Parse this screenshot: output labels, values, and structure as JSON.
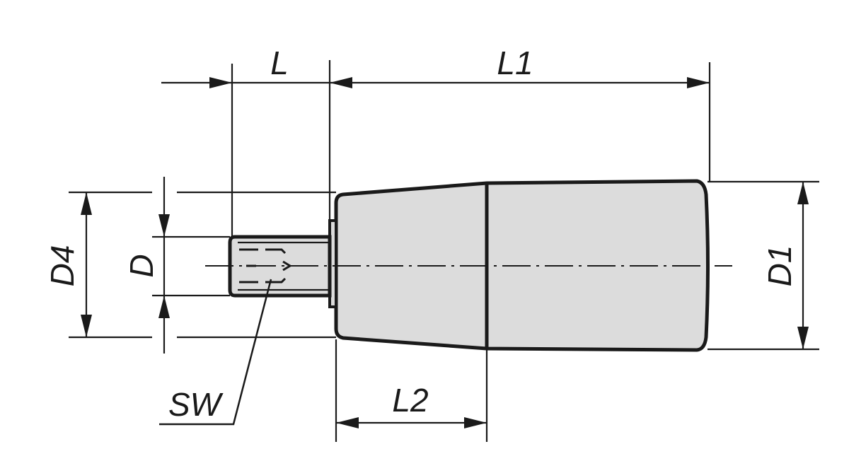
{
  "labels": {
    "L": "L",
    "L1": "L1",
    "L2": "L2",
    "D": "D",
    "D1": "D1",
    "D4": "D4",
    "SW": "SW"
  },
  "colors": {
    "body_fill": "#dcdcdc",
    "line": "#1a1a1a"
  }
}
